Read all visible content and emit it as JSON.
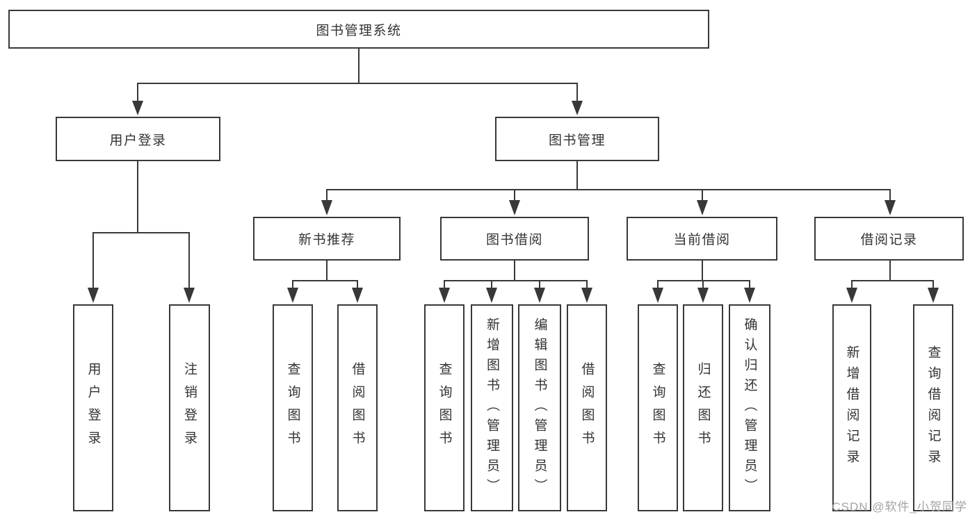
{
  "diagram": {
    "root": {
      "label": "图书管理系统"
    },
    "branches": {
      "user_login": {
        "label": "用户登录",
        "children": [
          "用户登录",
          "注销登录"
        ]
      },
      "book_management": {
        "label": "图书管理",
        "sections": [
          {
            "label": "新书推荐",
            "children": [
              "查询图书",
              "借阅图书"
            ]
          },
          {
            "label": "图书借阅",
            "children": [
              "查询图书",
              "新增图书（管理员）",
              "编辑图书（管理员）",
              "借阅图书"
            ]
          },
          {
            "label": "当前借阅",
            "children": [
              "查询图书",
              "归还图书",
              "确认归还（管理员）"
            ]
          },
          {
            "label": "借阅记录",
            "children": [
              "新增借阅记录",
              "查询借阅记录"
            ]
          }
        ]
      }
    }
  },
  "watermark": {
    "text": "CSDN @软件_小贺同学"
  },
  "colors": {
    "line": "#383838",
    "text": "#333333",
    "background": "#ffffff",
    "box_fill": "#ffffff",
    "watermark": "#a3a3a3"
  }
}
